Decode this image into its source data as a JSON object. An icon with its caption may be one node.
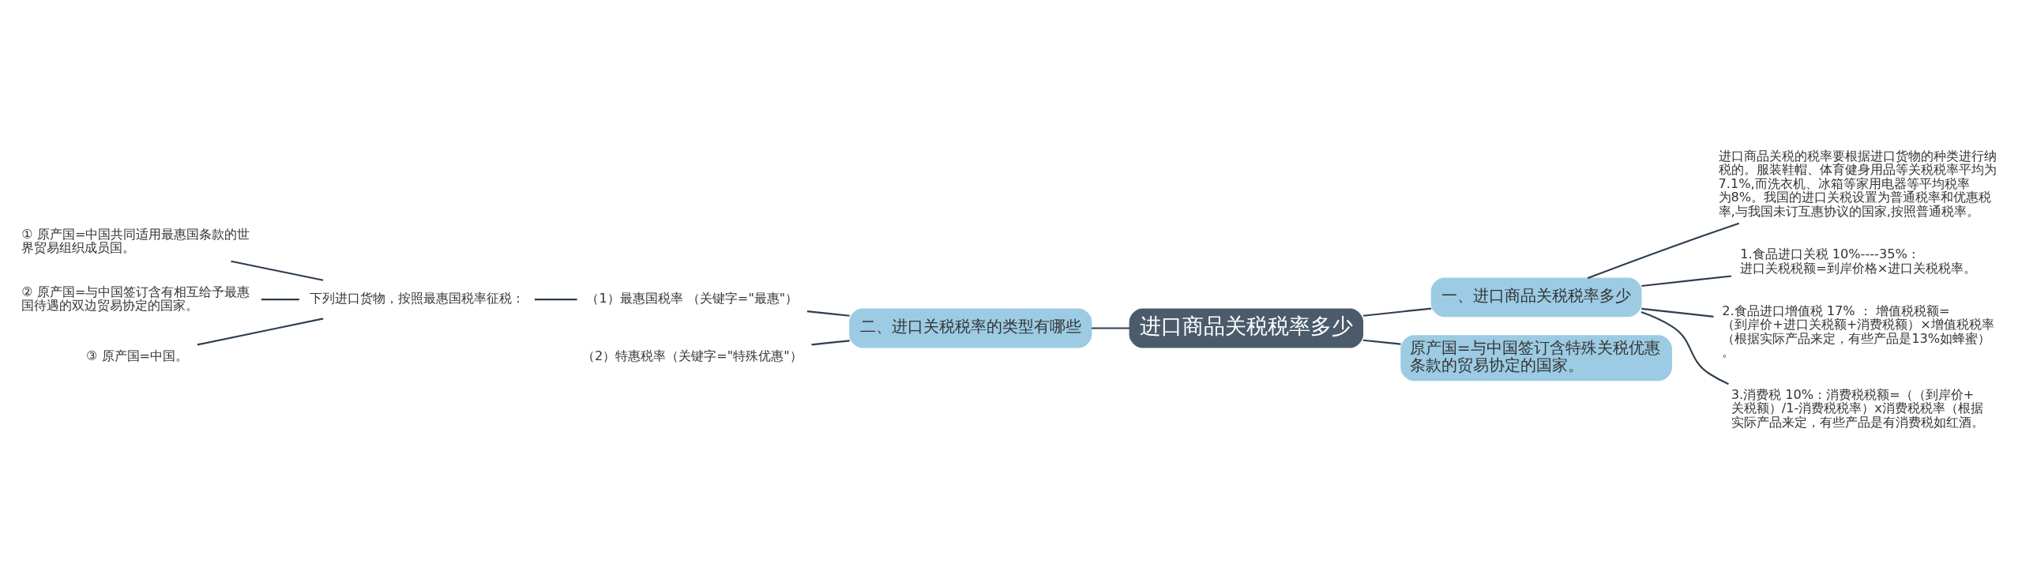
{
  "diagram": {
    "nodes": [
      {
        "text": [
          "进口商品关税税率多少"
        ]
      },
      {
        "text": [
          "一、进口商品关税税率多少"
        ]
      },
      {
        "text": [
          "进口商品关税的税率要根据进口货物的种类进行纳税的。服装鞋帽、体育健身用品等关税税率平均为7.1%,而洗衣机、冰箱等家用电器等平均税率为8%。我国的进口关税设置为普通税率和优惠税率,与我国未订互惠协议的国家,按照普通税率。"
        ]
      },
      {
        "text": [
          "1.食品进口关税 10%----35% : 进口关税税额=到岸价格×进口关税税率。"
        ]
      },
      {
        "text": [
          "2.食品进口增值税 17% ： 增值税税额=（到岸价+进口关税额+消费税额）×增值税税率（根据实际产品来定，有些产品是13%如蜂蜜）。"
        ]
      },
      {
        "text": [
          "3.消费税 10%：消费税税额=（（到岸价+关税额）/1-消费税税率）x消费税税率（根据实际产品来定，有些产品是有消费税如红酒。"
        ]
      },
      {
        "text": [
          "原产国=与中国签订含特殊关税优惠条款的贸易协定的国家。"
        ]
      },
      {
        "text": [
          "二、进口关税税率的类型有哪些"
        ]
      },
      {
        "text": [
          "（1）最惠国税率 （关键字=\"最惠\"）"
        ]
      },
      {
        "text": [
          "下列进口货物，按照最惠国税率征税："
        ]
      },
      {
        "text": [
          "① 原产国=中国共同适用最惠国条款的世界贸易组织成员国。"
        ]
      },
      {
        "text": [
          "② 原产国=与中国签订含有相互给予最惠国待遇的双边贸易协定的国家。"
        ]
      },
      {
        "text": [
          "③ 原产国=中国。"
        ]
      },
      {
        "text": [
          "（2）特惠税率（关键字=\"特殊优惠\"）"
        ]
      }
    ],
    "edges": [
      {
        "from": 0,
        "to": 1,
        "arrow": "none"
      },
      {
        "from": 1,
        "to": 2,
        "arrow": "none"
      },
      {
        "from": 1,
        "to": 3,
        "arrow": "none"
      },
      {
        "from": 1,
        "to": 4,
        "arrow": "none"
      },
      {
        "from": 1,
        "to": 5,
        "arrow": "none"
      },
      {
        "from": 0,
        "to": 6,
        "arrow": "none"
      },
      {
        "from": 7,
        "to": 0,
        "arrow": "none"
      },
      {
        "from": 8,
        "to": 7,
        "arrow": "none"
      },
      {
        "from": 9,
        "to": 8,
        "arrow": "none"
      },
      {
        "from": 10,
        "to": 9,
        "arrow": "none"
      },
      {
        "from": 11,
        "to": 9,
        "arrow": "none"
      },
      {
        "from": 12,
        "to": 9,
        "arrow": "none"
      },
      {
        "from": 13,
        "to": 7,
        "arrow": "none"
      }
    ]
  }
}
